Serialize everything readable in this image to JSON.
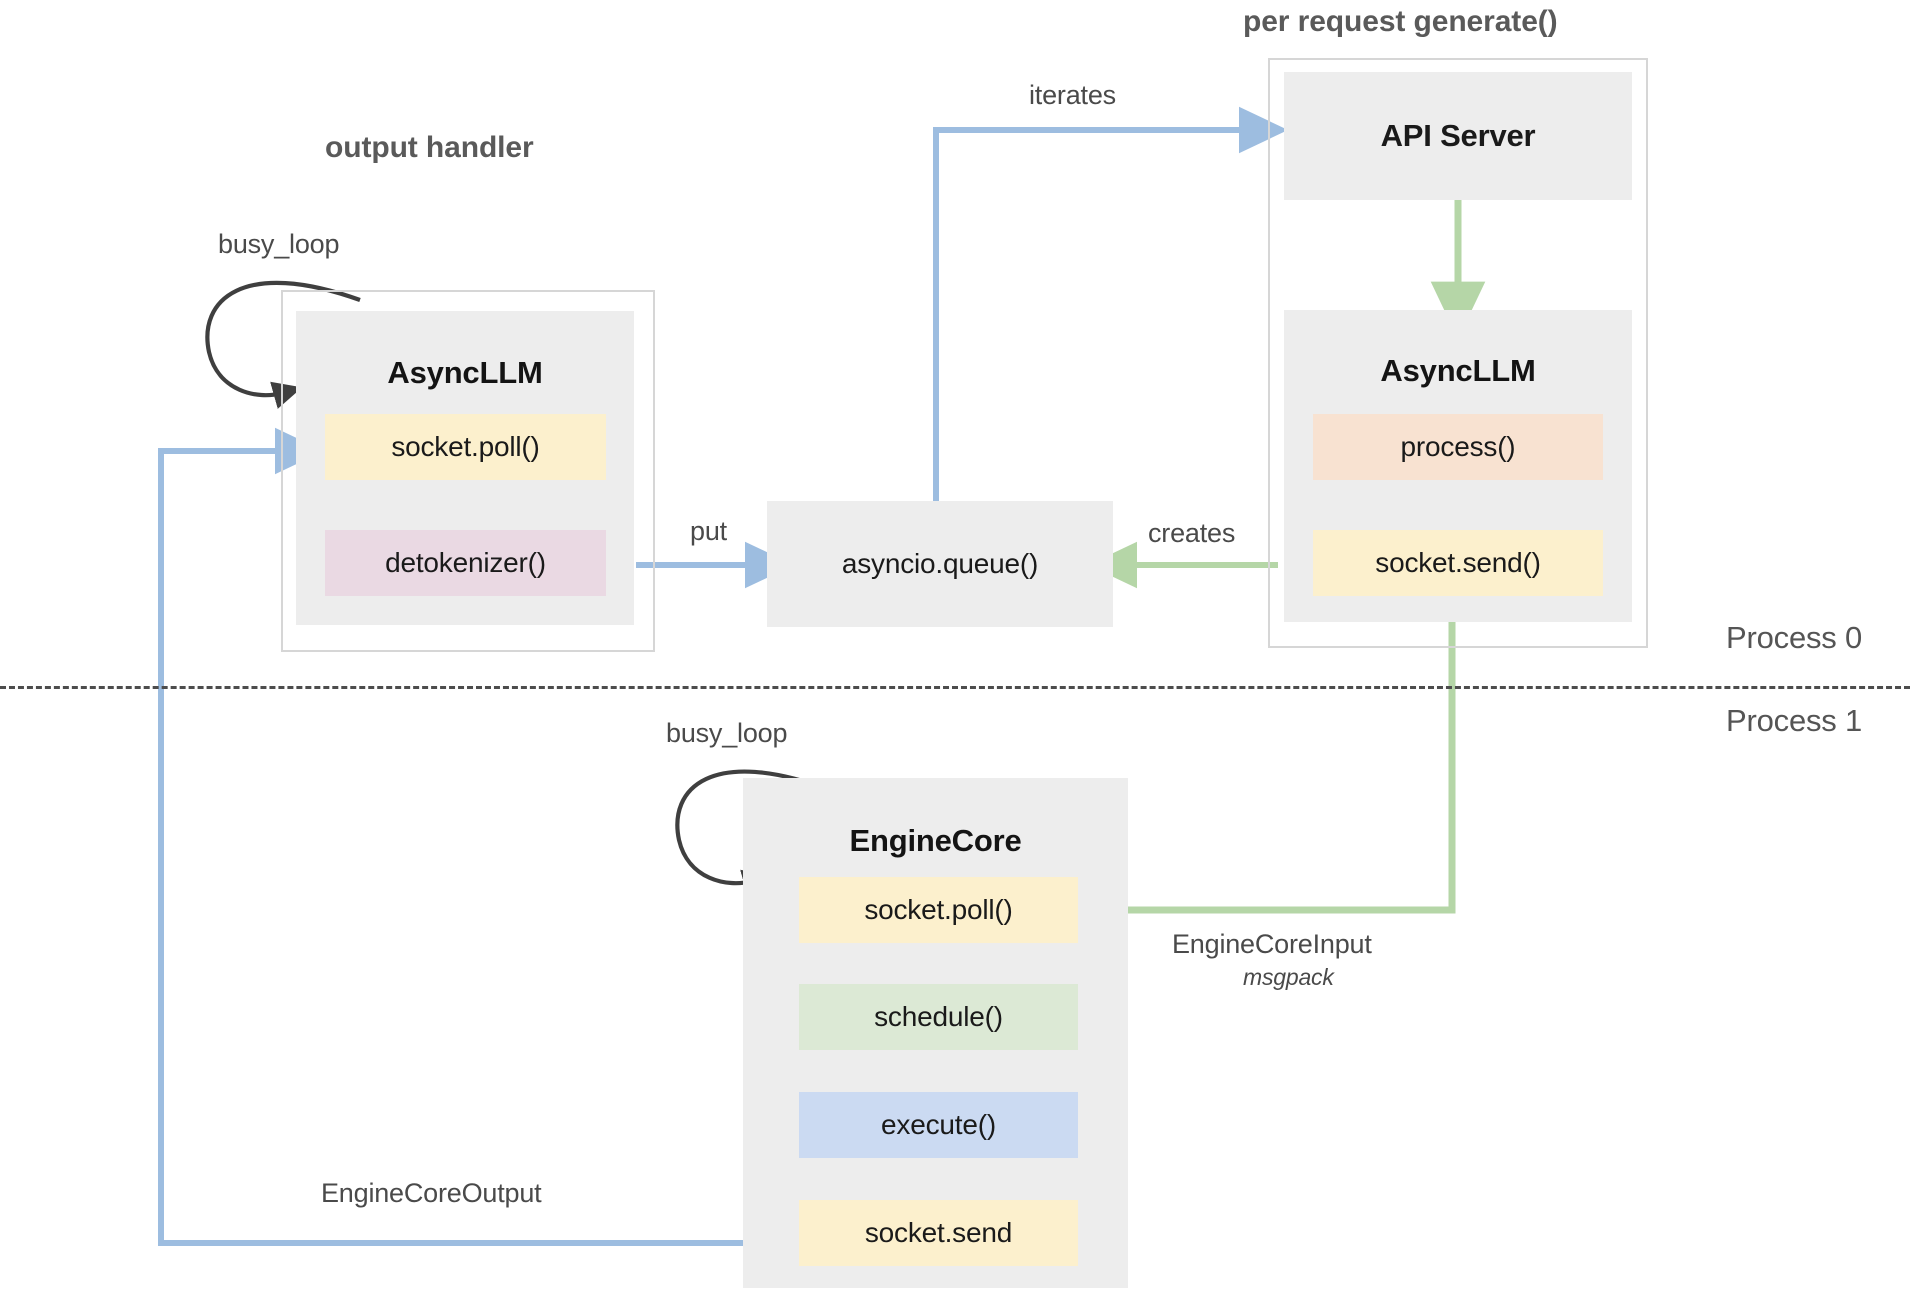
{
  "diagram": {
    "title_left": "output handler",
    "title_right": "per request generate()",
    "process_top": "Process 0",
    "process_bottom": "Process 1"
  },
  "output_handler": {
    "loop_label": "busy_loop",
    "panel_title": "AsyncLLM",
    "chips": [
      {
        "label": "socket.poll()",
        "color": "#fcf0cd"
      },
      {
        "label": "detokenizer()",
        "color": "#ead9e3"
      }
    ]
  },
  "queue": {
    "label": "asyncio.queue()",
    "color": "#ededed"
  },
  "per_request": {
    "api_server": {
      "label": "API Server",
      "color": "#ededed"
    },
    "panel_title": "AsyncLLM",
    "chips": [
      {
        "label": "process()",
        "color": "#f8e2d1"
      },
      {
        "label": "socket.send()",
        "color": "#fcf0cd"
      }
    ]
  },
  "engine_core": {
    "loop_label": "busy_loop",
    "panel_title": "EngineCore",
    "chips": [
      {
        "label": "socket.poll()",
        "color": "#fcf0cd"
      },
      {
        "label": "schedule()",
        "color": "#dce9d5"
      },
      {
        "label": "execute()",
        "color": "#cbdaf2"
      },
      {
        "label": "socket.send",
        "color": "#fcf0cd"
      }
    ]
  },
  "edges": {
    "iterates": "iterates",
    "put": "put",
    "creates": "creates",
    "engine_core_input": "EngineCoreInput",
    "engine_core_input_sub": "msgpack",
    "engine_core_output": "EngineCoreOutput"
  },
  "colors": {
    "blue_arrow": "#9dbde0",
    "green_arrow": "#b5d6a7",
    "loop_arrow": "#3f3f3f",
    "frame_border": "#d6d6d6",
    "panel_bg": "#ededed",
    "divider": "#4d4d4d"
  }
}
